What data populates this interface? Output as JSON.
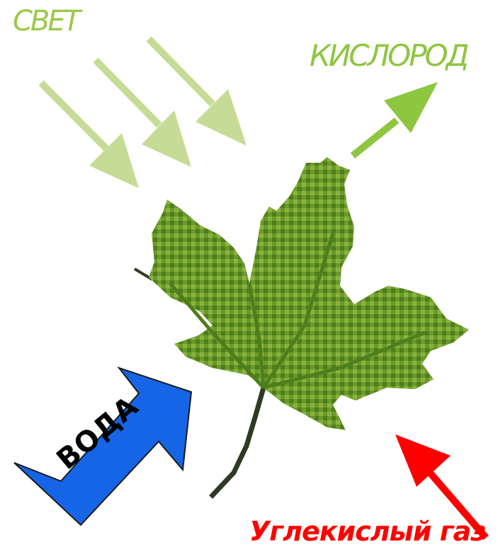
{
  "labels": {
    "light": "СВЕТ",
    "oxygen": "КИСЛОРОД",
    "water": "ВОДА",
    "carbon_dioxide": "Углекислый газ"
  },
  "colors": {
    "light_arrow": "#c6db95",
    "light_text": "#9cc94a",
    "oxygen": "#8dc63f",
    "water_fill": "#1565e6",
    "water_text": "#000000",
    "carbon_dioxide": "#ff0000",
    "leaf_dark": "#4e7e1c",
    "leaf_mid": "#6a9a2a",
    "leaf_light": "#8cb23e",
    "stem": "#2f3a22"
  },
  "icons": {
    "leaf": "maple-leaf-icon"
  }
}
